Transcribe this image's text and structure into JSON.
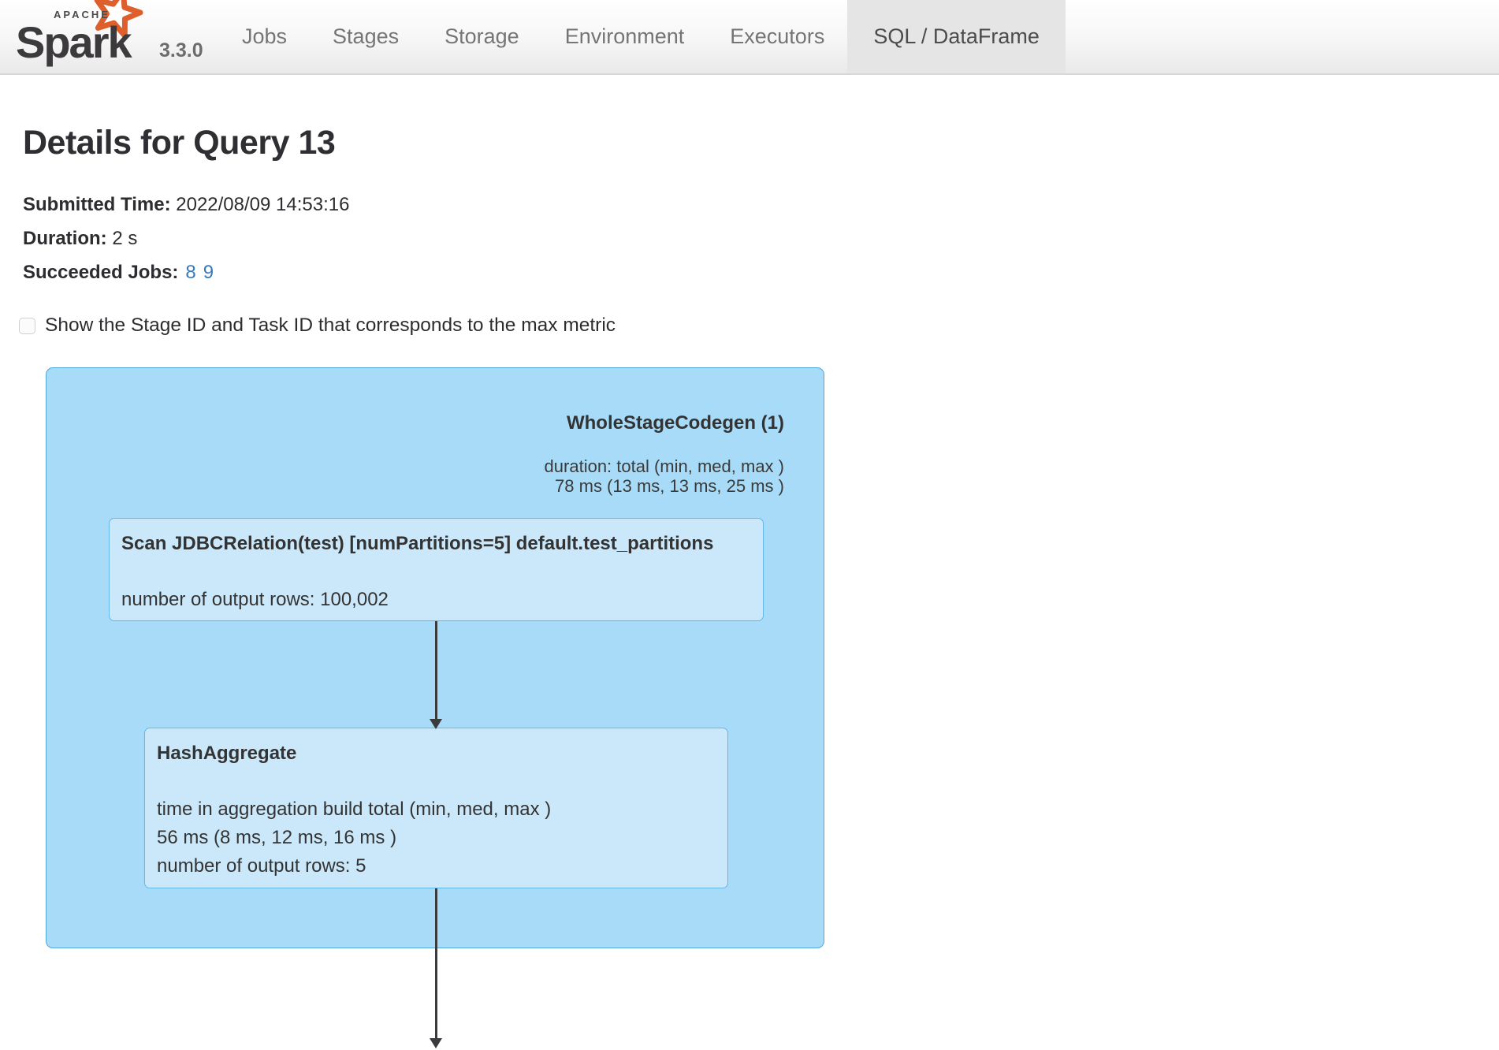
{
  "nav": {
    "logo": {
      "apache": "APACHE",
      "name": "Spark"
    },
    "version": "3.3.0",
    "tabs": [
      {
        "label": "Jobs",
        "active": false
      },
      {
        "label": "Stages",
        "active": false
      },
      {
        "label": "Storage",
        "active": false
      },
      {
        "label": "Environment",
        "active": false
      },
      {
        "label": "Executors",
        "active": false
      },
      {
        "label": "SQL / DataFrame",
        "active": true
      }
    ]
  },
  "page": {
    "title": "Details for Query 13",
    "details": [
      {
        "label": "Submitted Time:",
        "value": "2022/08/09 14:53:16"
      },
      {
        "label": "Duration:",
        "value": "2 s"
      },
      {
        "label": "Succeeded Jobs:",
        "links": [
          "8",
          "9"
        ]
      }
    ],
    "checkbox": {
      "label": "Show the Stage ID and Task ID that corresponds to the max metric",
      "checked": false
    }
  },
  "plan": {
    "cluster": {
      "title": "WholeStageCodegen (1)",
      "metrics": [
        "duration: total (min, med, max )",
        "78 ms (13 ms, 13 ms, 25 ms )"
      ]
    },
    "nodes": [
      {
        "title": "Scan JDBCRelation(test) [numPartitions=5] default.test_partitions",
        "metrics": [
          "number of output rows: 100,002"
        ]
      },
      {
        "title": "HashAggregate",
        "metrics": [
          "time in aggregation build total (min, med, max )",
          "56 ms (8 ms, 12 ms, 16 ms )",
          "number of output rows: 5"
        ]
      }
    ],
    "colors": {
      "cluster_fill": "#a7dbf7",
      "cluster_border": "#51a8db",
      "node_fill": "#cbe8fa",
      "node_border": "#62b8ea",
      "arrow": "#3a3b3d",
      "link": "#3579c0",
      "star_orange": "#de5f2b"
    }
  }
}
